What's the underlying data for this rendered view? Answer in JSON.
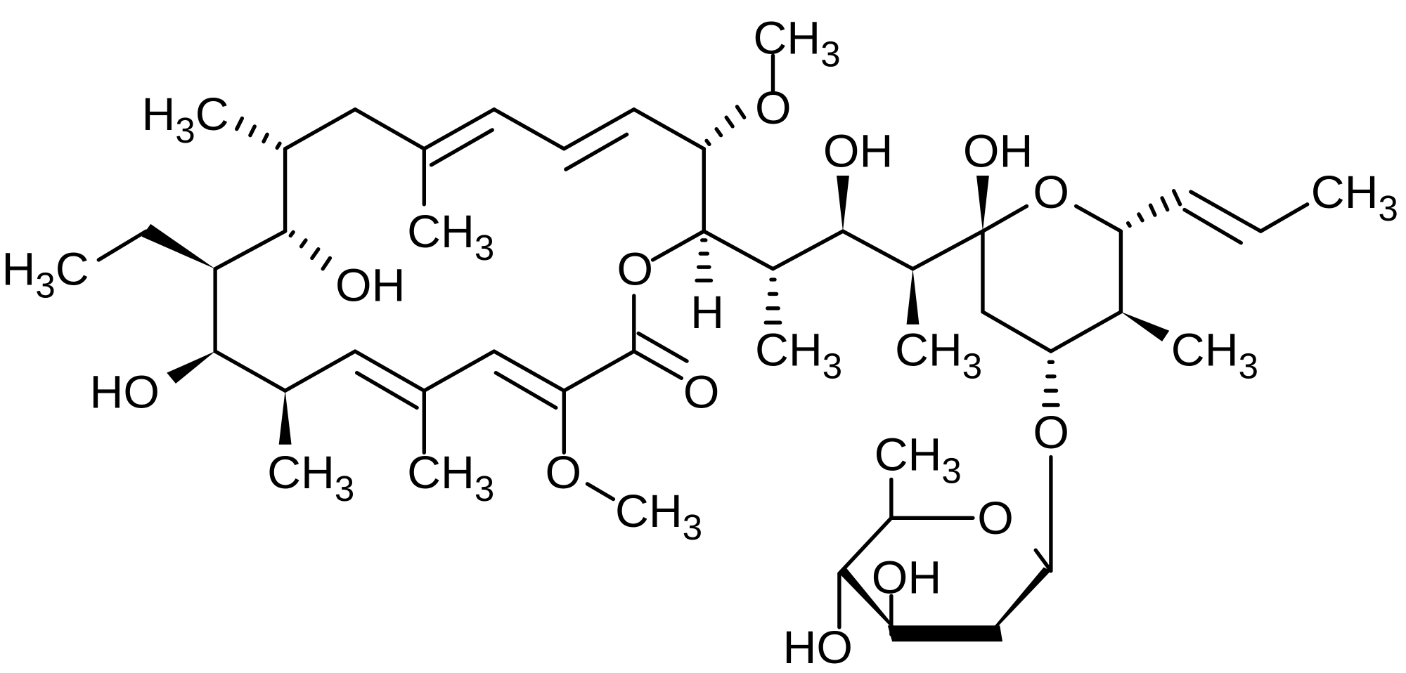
{
  "figure": {
    "type": "chemical-structure",
    "description": "Macrolide with 2-deoxy sugar (Haworth) attached via O-glycoside to hemiketal tetrahydropyran ring"
  },
  "labels": {
    "ch3_top_methoxy": "CH3",
    "o_methoxy_top": "O",
    "h3c_topleft": "H3C",
    "h3c_ethyl": "H3C",
    "oh_ring_left": "OH",
    "ch3_diene_top": "CH3",
    "o_lactone": "O",
    "h_stereo": "H",
    "oh_side1": "OH",
    "oh_hemiketal": "OH",
    "o_pyran": "O",
    "ch3_propenyl": "CH3",
    "ch3_side1": "CH3",
    "ch3_side2": "CH3",
    "ch3_pyran": "CH3",
    "ho_left": "HO",
    "o_carbonyl": "O",
    "ch3_bottom1": "CH3",
    "ch3_bottom2": "CH3",
    "o_methoxy_bottom": "O",
    "ch3_methoxy_bottom": "CH3",
    "o_glycosidic": "O",
    "ch3_sugar": "CH3",
    "o_sugar_ring": "O",
    "oh_sugar": "OH",
    "ho_sugar": "HO"
  }
}
